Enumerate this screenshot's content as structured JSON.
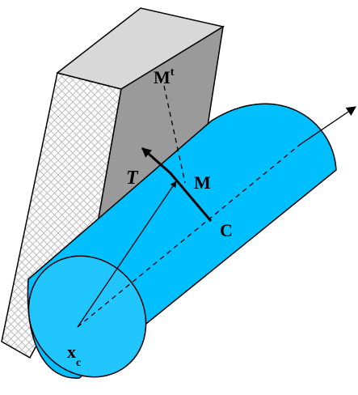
{
  "labels": {
    "Mt": {
      "base": "M",
      "sup": "t"
    },
    "T": "T",
    "M": "M",
    "C": "C",
    "xc": {
      "base": "x",
      "sub": "c"
    }
  },
  "colors": {
    "cylinder": "#00BFFF",
    "cylinder_end": "#22C6FF",
    "block_top": "#D8D8D8",
    "block_front": "#9A9A9A",
    "block_side_hatch": "#C8C8C8",
    "outline": "#000000"
  }
}
